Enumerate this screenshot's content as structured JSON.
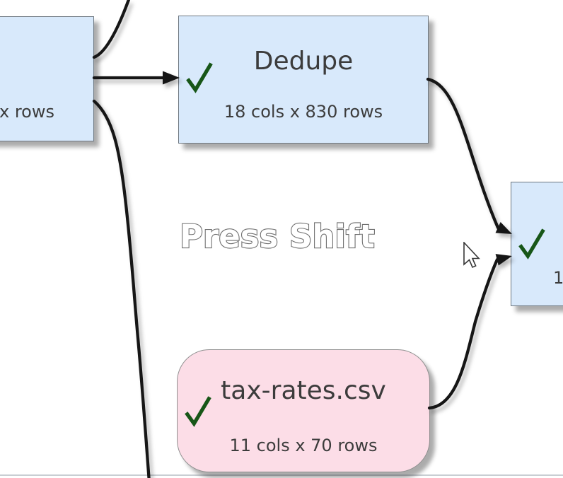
{
  "app": {
    "hint_overlay": "Press Shift"
  },
  "nodes": {
    "left": {
      "subtitle": "x rows",
      "status_icon": "check"
    },
    "dedupe": {
      "title": "Dedupe",
      "subtitle": "18 cols x 830 rows",
      "status_icon": "check"
    },
    "right": {
      "subtitle": "1",
      "status_icon": "check"
    },
    "tax": {
      "title": "tax-rates.csv",
      "subtitle": "11 cols x 70 rows",
      "status_icon": "check"
    }
  },
  "colors": {
    "canvas_bg": "#ffffff",
    "node_blue": "#d8e9fb",
    "node_pink": "#fcdde7",
    "node_border_blue": "#6d7780",
    "node_border_pink": "#8f8f8f",
    "check_green": "#175617",
    "edge_black": "#161616",
    "text": "#3c3c3c",
    "hint_fill": "#ffffff",
    "hint_outline": "#6f6f6f",
    "bottom_border": "#c9ced3"
  }
}
